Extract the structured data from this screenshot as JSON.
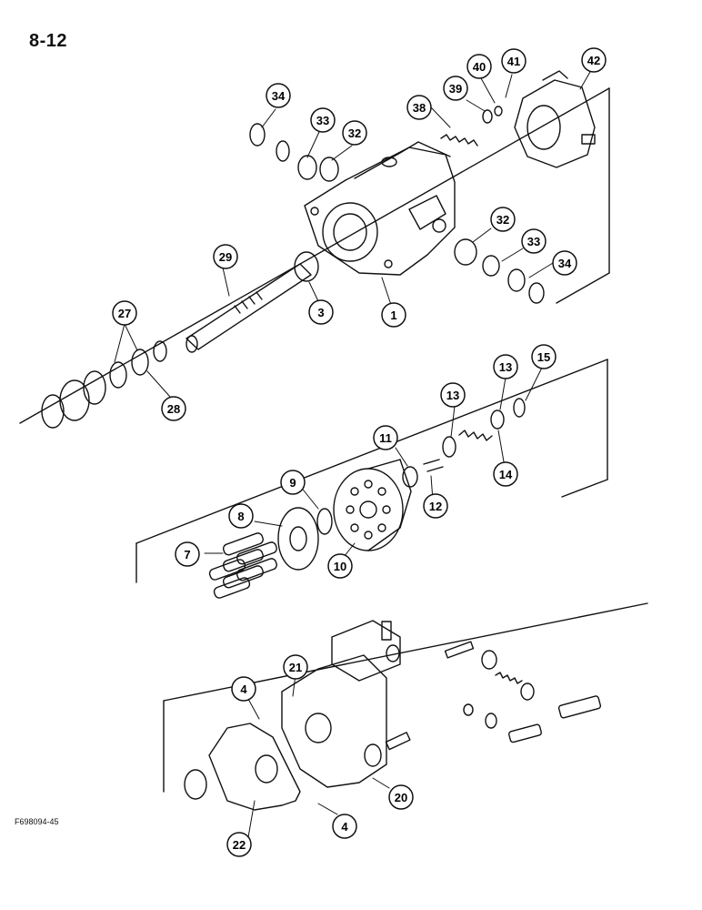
{
  "page_number": "8-12",
  "figure_id": "F698094-45",
  "callouts": {
    "c34a": "34",
    "c33a": "33",
    "c32a": "32",
    "c38": "38",
    "c39": "39",
    "c40": "40",
    "c41": "41",
    "c42": "42",
    "c29": "29",
    "c3": "3",
    "c1": "1",
    "c32b": "32",
    "c33b": "33",
    "c34b": "34",
    "c27": "27",
    "c28": "28",
    "c11": "11",
    "c13a": "13",
    "c13b": "13",
    "c15": "15",
    "c14": "14",
    "c9": "9",
    "c8": "8",
    "c12": "12",
    "c7": "7",
    "c10": "10",
    "c4a": "4",
    "c21": "21",
    "c20": "20",
    "c22": "22",
    "c4b": "4"
  }
}
